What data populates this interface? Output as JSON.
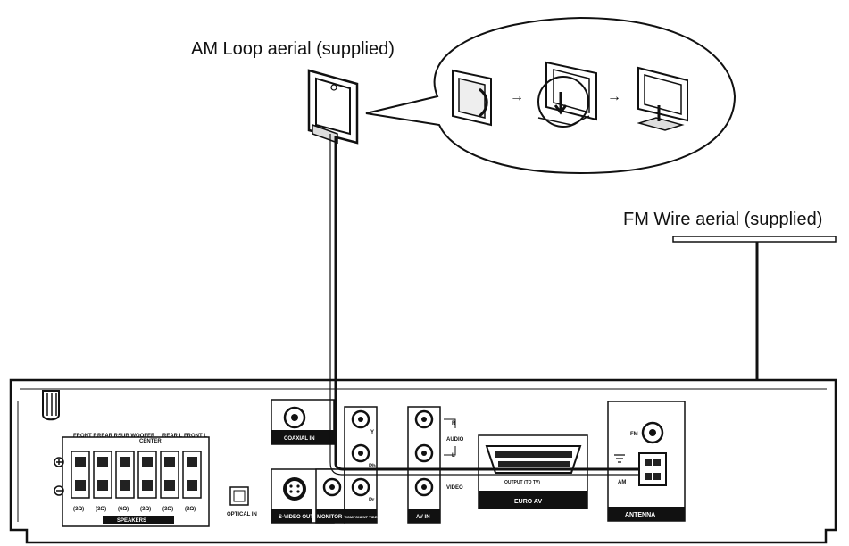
{
  "labels": {
    "am_aerial": "AM Loop aerial (supplied)",
    "fm_aerial": "FM Wire aerial (supplied)"
  },
  "panel": {
    "speakers": {
      "header": [
        "FRONT R",
        "REAR R",
        "SUB WOOFER",
        "CENTER",
        "REAR L",
        "FRONT L"
      ],
      "impedance": [
        "(3Ω)",
        "(3Ω)",
        "(6Ω)",
        "(3Ω)",
        "(3Ω)",
        "(3Ω)"
      ],
      "group_label": "SPEAKERS"
    },
    "optical_in": "OPTICAL IN",
    "coaxial_in": "COAXIAL IN",
    "svideo_out": "S-VIDEO OUT",
    "monitor_out": "MONITOR OUT",
    "component_video_out": "COMPONENT VIDEO OUT",
    "component_labels": [
      "Y",
      "Pb",
      "Pr"
    ],
    "av_in": {
      "audio": "AUDIO",
      "r": "R",
      "l": "L",
      "video": "VIDEO",
      "label": "AV IN"
    },
    "euro_av": {
      "output": "OUTPUT (TO TV)",
      "label": "EURO AV"
    },
    "antenna": {
      "fm": "FM",
      "am": "AM",
      "label": "ANTENNA"
    }
  },
  "arrows": [
    "→",
    "→"
  ]
}
